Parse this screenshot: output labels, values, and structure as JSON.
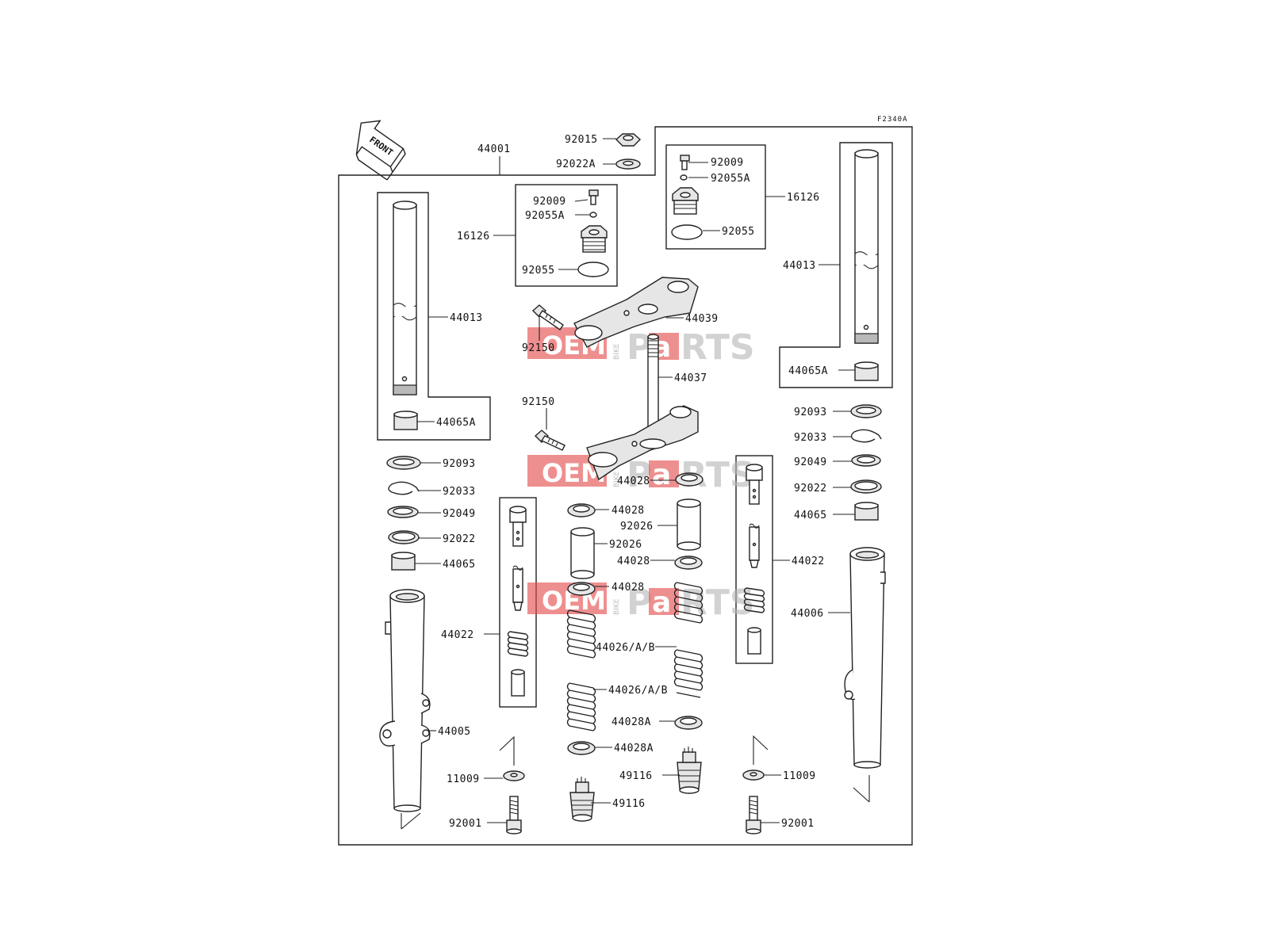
{
  "diagram_code": "F2340A",
  "front_label": "FRONT",
  "watermark": {
    "oem": "OEM",
    "bike": "BIKE",
    "parts_a": "P",
    "parts_b": "a",
    "parts_c": "RTS"
  },
  "labels": [
    {
      "id": "l44001",
      "text": "44001"
    },
    {
      "id": "l92015",
      "text": "92015"
    },
    {
      "id": "l92022A",
      "text": "92022A"
    },
    {
      "id": "l16126_left",
      "text": "16126"
    },
    {
      "id": "l92009_left",
      "text": "92009"
    },
    {
      "id": "l92055A_left",
      "text": "92055A"
    },
    {
      "id": "l92055_left",
      "text": "92055"
    },
    {
      "id": "l92009_right",
      "text": "92009"
    },
    {
      "id": "l92055A_right",
      "text": "92055A"
    },
    {
      "id": "l16126_right",
      "text": "16126"
    },
    {
      "id": "l92055_right",
      "text": "92055"
    },
    {
      "id": "l44013_left",
      "text": "44013"
    },
    {
      "id": "l44013_right",
      "text": "44013"
    },
    {
      "id": "l44065A_left",
      "text": "44065A"
    },
    {
      "id": "l44065A_right",
      "text": "44065A"
    },
    {
      "id": "l44039",
      "text": "44039"
    },
    {
      "id": "l92150_top",
      "text": "92150"
    },
    {
      "id": "l44037",
      "text": "44037"
    },
    {
      "id": "l92150_bottom",
      "text": "92150"
    },
    {
      "id": "l92093_left",
      "text": "92093"
    },
    {
      "id": "l92033_left",
      "text": "92033"
    },
    {
      "id": "l92049_left",
      "text": "92049"
    },
    {
      "id": "l92022_left",
      "text": "92022"
    },
    {
      "id": "l44065_left",
      "text": "44065"
    },
    {
      "id": "l92093_right",
      "text": "92093"
    },
    {
      "id": "l92033_right",
      "text": "92033"
    },
    {
      "id": "l92049_right",
      "text": "92049"
    },
    {
      "id": "l92022_right",
      "text": "92022"
    },
    {
      "id": "l44065_right",
      "text": "44065"
    },
    {
      "id": "l44028_1",
      "text": "44028"
    },
    {
      "id": "l44028_2",
      "text": "44028"
    },
    {
      "id": "l92026_1",
      "text": "92026"
    },
    {
      "id": "l92026_2",
      "text": "92026"
    },
    {
      "id": "l44028_3",
      "text": "44028"
    },
    {
      "id": "l44028_4",
      "text": "44028"
    },
    {
      "id": "l44022_left",
      "text": "44022"
    },
    {
      "id": "l44022_right",
      "text": "44022"
    },
    {
      "id": "l44006",
      "text": "44006"
    },
    {
      "id": "l44026_1",
      "text": "44026/A/B"
    },
    {
      "id": "l44026_2",
      "text": "44026/A/B"
    },
    {
      "id": "l44028A_1",
      "text": "44028A"
    },
    {
      "id": "l44028A_2",
      "text": "44028A"
    },
    {
      "id": "l44005",
      "text": "44005"
    },
    {
      "id": "l49116_1",
      "text": "49116"
    },
    {
      "id": "l49116_2",
      "text": "49116"
    },
    {
      "id": "l11009_left",
      "text": "11009"
    },
    {
      "id": "l11009_right",
      "text": "11009"
    },
    {
      "id": "l92001_left",
      "text": "92001"
    },
    {
      "id": "l92001_right",
      "text": "92001"
    }
  ]
}
